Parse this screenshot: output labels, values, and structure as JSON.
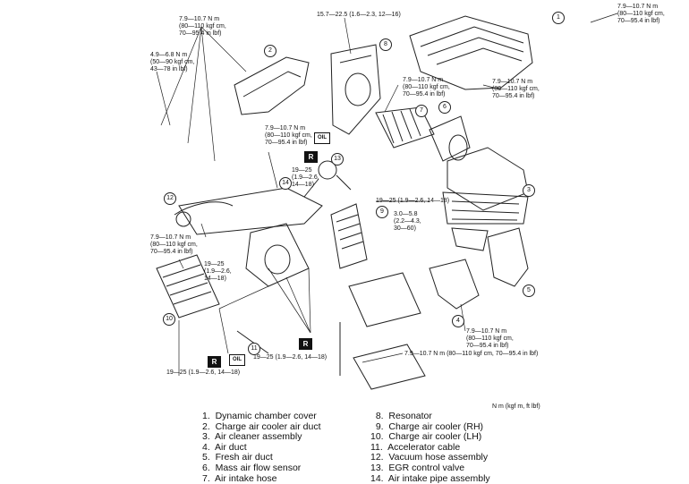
{
  "torque_specs": {
    "top_left_bolts": "7.9—10.7 N m\n(80—110 kgf cm,\n70—95.4 in lbf)",
    "left_small_bolts": "4.9—6.8 N m\n(50—90 kgf cm,\n43—78 in lbf)",
    "top_center": "15.7—22.5 (1.6—2.3, 12—16)",
    "top_right_cover": "7.9—10.7 N m\n(80—110 kgf cm,\n70—95.4 in lbf)",
    "right_cover_lower": "7.9—10.7 N m\n(80—110 kgf cm,\n70—95.4 in lbf)",
    "center_resonator": "7.9—10.7 N m\n(80—110 kgf cm,\n70—95.4 in lbf)",
    "center_left": "7.9—10.7 N m\n(80—110 kgf cm,\n70—95.4 in lbf)",
    "center_egr": "19—25\n(1.9—2.6,\n14—18)",
    "cooler_nut": "19—25 (1.9—2.6, 14—18)",
    "cable_nut": "3.0—5.8\n(2.2—4.3,\n30—60)",
    "left_mid": "7.9—10.7 N m\n(80—110 kgf cm,\n70—95.4 in lbf)",
    "left_lower": "19—25\n(1.9—2.6,\n14—18)",
    "bottom_left": "19—25 (1.9—2.6, 14—18)",
    "bottom_center": "19—25 (1.9—2.6, 14—18)",
    "right_air_duct": "7.9—10.7 N m\n(80—110 kgf cm,\n70—95.4 in lbf)",
    "bracket": "7.9—10.7 N m (80—110 kgf cm, 70—95.4 in lbf)"
  },
  "units_note": "N m (kgf m, ft lbf)",
  "badges": {
    "replace": "R",
    "oil": "OIL"
  },
  "callouts": [
    "1",
    "2",
    "3",
    "4",
    "5",
    "6",
    "7",
    "8",
    "9",
    "10",
    "11",
    "12",
    "13",
    "14"
  ],
  "legend_left": [
    "1.  Dynamic chamber cover",
    "2.  Charge air cooler air duct",
    "3.  Air cleaner assembly",
    "4.  Air duct",
    "5.  Fresh air duct",
    "6.  Mass air flow sensor",
    "7.  Air intake hose"
  ],
  "legend_right": [
    "  8.  Resonator",
    "  9.  Charge air cooler (RH)",
    "10.  Charge air cooler (LH)",
    "11.  Accelerator cable",
    "12.  Vacuum hose assembly",
    "13.  EGR control valve",
    "14.  Air intake pipe assembly"
  ]
}
